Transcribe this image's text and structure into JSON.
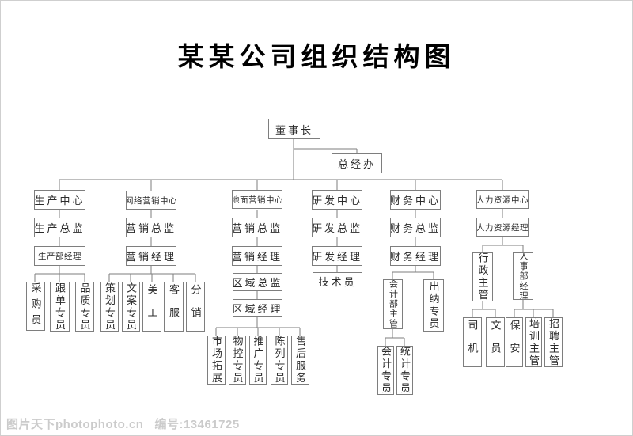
{
  "title": "某某公司组织结构图",
  "watermark": {
    "site": "图片天下photophoto.cn",
    "serial": "编号:13461725"
  },
  "nodes": {
    "chairman": "董事长",
    "gm_office": "总经办",
    "prod_center": "生产中心",
    "prod_director": "生产总监",
    "prod_manager": "生产部经理",
    "purchasing": "采购员",
    "order_follow": "跟单专员",
    "quality": "品质专员",
    "net_mkt_center": "网络营销中心",
    "net_mkt_director": "营销总监",
    "net_mkt_manager": "营销经理",
    "planning": "策划专员",
    "copywriter": "文案专员",
    "designer": "美工",
    "cust_service": "客服",
    "distribution": "分销",
    "ground_mkt_center": "地面营销中心",
    "ground_mkt_director": "营销总监",
    "ground_mkt_manager": "营销经理",
    "region_director": "区域总监",
    "region_manager": "区域经理",
    "market_dev": "市场拓展",
    "material_ctrl": "物控专员",
    "promotion": "推广专员",
    "display_spec": "陈列专员",
    "after_sales": "售后服务",
    "rd_center": "研发中心",
    "rd_director": "研发总监",
    "rd_manager": "研发经理",
    "technician": "技术员",
    "fin_center": "财务中心",
    "fin_director": "财务总监",
    "fin_manager": "财务经理",
    "acct_supervisor": "会计部主管",
    "cashier": "出纳专员",
    "accountant": "会计专员",
    "statistician": "统计专员",
    "hr_center": "人力资源中心",
    "hr_manager": "人力资源经理",
    "admin_supervisor": "行政主管",
    "personnel_manager": "人事部经理",
    "driver": "司机",
    "clerk": "文员",
    "security": "保安",
    "training_supervisor": "培训主管",
    "recruit_supervisor": "招聘主管"
  }
}
